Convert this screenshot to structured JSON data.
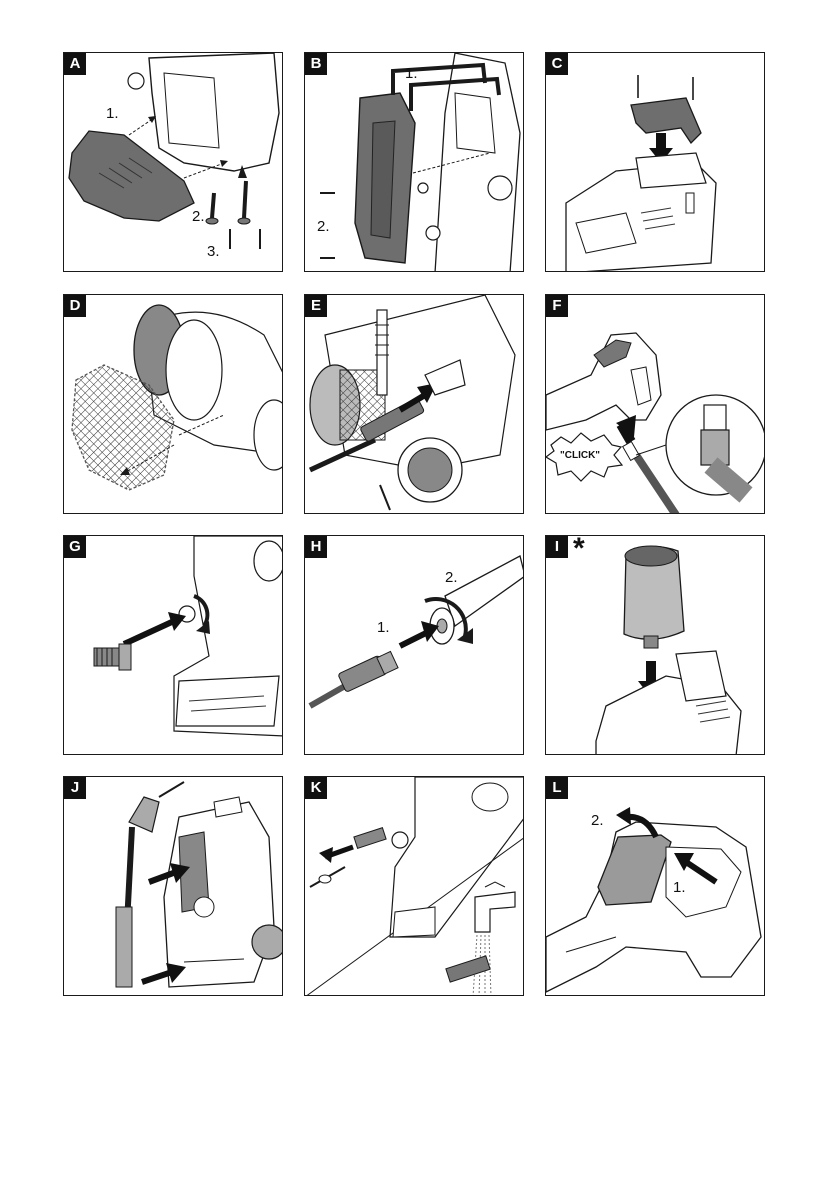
{
  "panels": {
    "A": {
      "label": "A",
      "steps": [
        "1.",
        "2.",
        "3."
      ]
    },
    "B": {
      "label": "B",
      "steps": [
        "1.",
        "2."
      ]
    },
    "C": {
      "label": "C"
    },
    "D": {
      "label": "D"
    },
    "E": {
      "label": "E"
    },
    "F": {
      "label": "F",
      "callout": "\"CLICK\""
    },
    "G": {
      "label": "G"
    },
    "H": {
      "label": "H",
      "steps": [
        "1.",
        "2."
      ]
    },
    "I": {
      "label": "I",
      "marker": "*"
    },
    "J": {
      "label": "J"
    },
    "K": {
      "label": "K"
    },
    "L": {
      "label": "L",
      "steps": [
        "1.",
        "2."
      ]
    }
  },
  "colors": {
    "ink": "#1a1a1a",
    "part_fill": "#6e6e6e",
    "light_fill": "#cfcfcf",
    "arrow": "#111111"
  }
}
